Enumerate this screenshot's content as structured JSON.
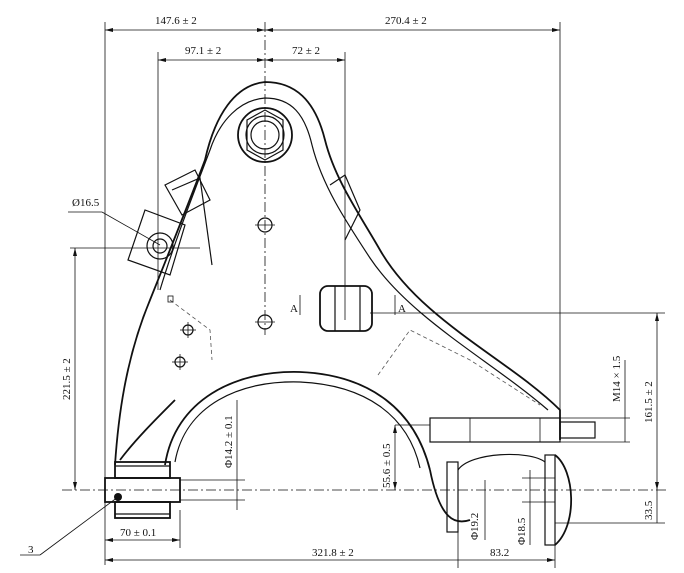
{
  "drawing": {
    "dimensions": {
      "top_left": "147.6 ± 2",
      "top_right": "270.4 ± 2",
      "mid_left": "97.1 ± 2",
      "mid_right": "72 ± 2",
      "left_vertical": "221.5 ± 2",
      "right_vertical": "161.5 ± 2",
      "thread": "M14 × 1.5",
      "bush_dia": "Φ14.2 ± 0.1",
      "inner_height": "55.6 ± 0.5",
      "small_dia_a": "Φ19.2",
      "small_dia_b": "Φ18.5",
      "bottom_offset": "33.5",
      "bottom_left": "70 ± 0.1",
      "bottom_overall": "321.8 ± 2",
      "bottom_right": "83.2",
      "hole_dia": "Ø16.5"
    },
    "section_marks": {
      "left": "A",
      "right": "A"
    },
    "callouts": {
      "bushing_ref": "3"
    }
  }
}
